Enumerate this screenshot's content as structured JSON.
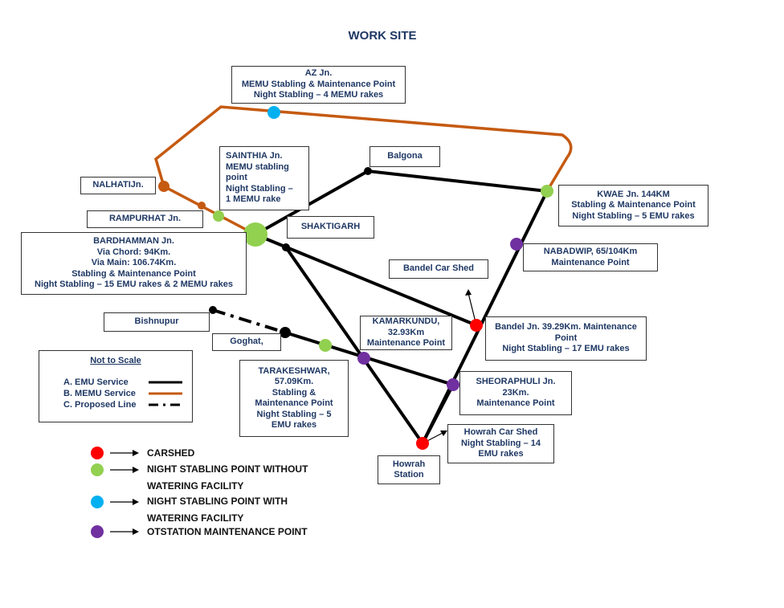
{
  "title": "WORK SITE",
  "colors": {
    "emu": "#000000",
    "memu": "#c55a11",
    "carshed": "#ff0000",
    "night_stabling_no_water": "#92d050",
    "night_stabling_water": "#00b0f0",
    "maintenance": "#7030a0",
    "label_text": "#1f3864"
  },
  "stations": {
    "az": [
      "AZ Jn.",
      "MEMU Stabling & Maintenance Point",
      "Night Stabling – 4 MEMU rakes"
    ],
    "sainthia": [
      "SAINTHIA Jn.",
      "MEMU stabling",
      "point",
      "Night Stabling –",
      "1 MEMU rake"
    ],
    "balgona": [
      "Balgona"
    ],
    "nalhati": [
      "NALHATIJn."
    ],
    "rampurhat": [
      "RAMPURHAT Jn."
    ],
    "shaktigarh": [
      "SHAKTIGARH"
    ],
    "kwae": [
      "KWAE Jn. 144KM",
      "Stabling & Maintenance Point",
      "Night Stabling – 5 EMU rakes"
    ],
    "bardhamman": [
      "BARDHAMMAN Jn.",
      "Via Chord: 94Km.",
      "Via Main: 106.74Km.",
      "Stabling & Maintenance Point",
      "Night Stabling – 15 EMU rakes & 2 MEMU rakes"
    ],
    "nabadwip": [
      "NABADWIP,  65/104Km",
      "Maintenance Point"
    ],
    "bandel_car_shed": [
      "Bandel Car Shed"
    ],
    "bishnupur": [
      "Bishnupur"
    ],
    "kamarkundu": [
      "KAMARKUNDU,",
      "32.93Km",
      "Maintenance Point"
    ],
    "bandel": [
      "Bandel Jn. 39.29Km. Maintenance",
      "Point",
      "Night Stabling – 17 EMU rakes"
    ],
    "goghat": [
      "Goghat,"
    ],
    "tarakeshwar": [
      "TARAKESHWAR,",
      "57.09Km.",
      "Stabling &",
      "Maintenance Point",
      "Night Stabling – 5",
      "EMU rakes"
    ],
    "sheoraphuli": [
      "SHEORAPHULI Jn.",
      "23Km.",
      "Maintenance Point"
    ],
    "howrah_car_shed": [
      "Howrah Car Shed",
      "Night Stabling – 14",
      "EMU rakes"
    ],
    "howrah": [
      "Howrah",
      "Station"
    ]
  },
  "legend": {
    "title": "Not to Scale",
    "rows": [
      "A.  EMU Service",
      "B.  MEMU Service",
      "C.  Proposed Line"
    ]
  },
  "key": {
    "carshed": "CARSHED",
    "no_water_1": "NIGHT STABLING POINT WITHOUT",
    "no_water_2": "WATERING FACILITY",
    "water_1": "NIGHT STABLING POINT WITH",
    "water_2": "WATERING FACILITY",
    "maint": "OTSTATION  MAINTENANCE POINT"
  }
}
